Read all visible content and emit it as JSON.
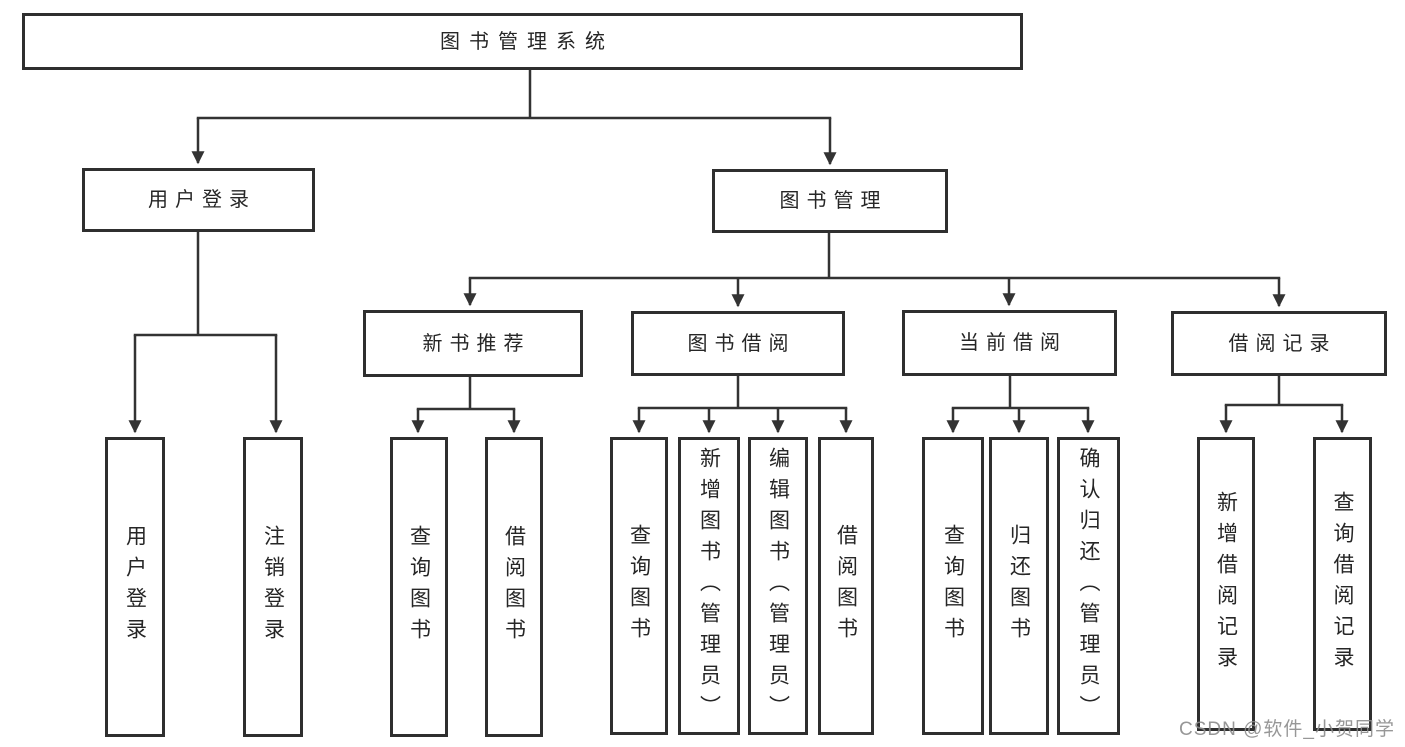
{
  "root": {
    "label": "图书管理系统"
  },
  "branches": [
    {
      "label": "用户登录",
      "children": [
        "用户登录",
        "注销登录"
      ]
    },
    {
      "label": "图书管理",
      "groups": [
        {
          "label": "新书推荐",
          "children": [
            "查询图书",
            "借阅图书"
          ]
        },
        {
          "label": "图书借阅",
          "children": [
            "查询图书",
            "新增图书（管理员）",
            "编辑图书（管理员）",
            "借阅图书"
          ]
        },
        {
          "label": "当前借阅",
          "children": [
            "查询图书",
            "归还图书",
            "确认归还（管理员）"
          ]
        },
        {
          "label": "借阅记录",
          "children": [
            "新增借阅记录",
            "查询借阅记录"
          ]
        }
      ]
    }
  ],
  "watermark": {
    "text": "CSDN @软件_小贺同学"
  },
  "colors": {
    "line": "#333333",
    "box_border": "#2f2f2f",
    "text": "#262626",
    "watermark_text": "#8c8c8c",
    "background": "#ffffff"
  }
}
